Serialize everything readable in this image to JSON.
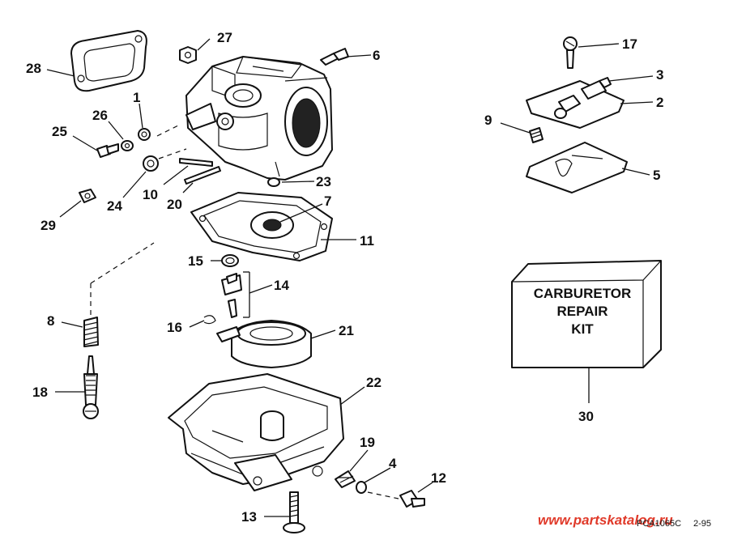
{
  "callouts": [
    "1",
    "2",
    "3",
    "4",
    "5",
    "6",
    "7",
    "8",
    "9",
    "10",
    "11",
    "12",
    "13",
    "14",
    "15",
    "16",
    "17",
    "18",
    "19",
    "20",
    "21",
    "22",
    "23",
    "24",
    "25",
    "26",
    "27",
    "28",
    "29",
    "30"
  ],
  "kit_box": {
    "line1": "CARBURETOR",
    "line2": "REPAIR",
    "line3": "KIT"
  },
  "diagram_code": "PCA1065C",
  "diagram_date": "2-95",
  "watermark": "www.partskatalog.ru"
}
